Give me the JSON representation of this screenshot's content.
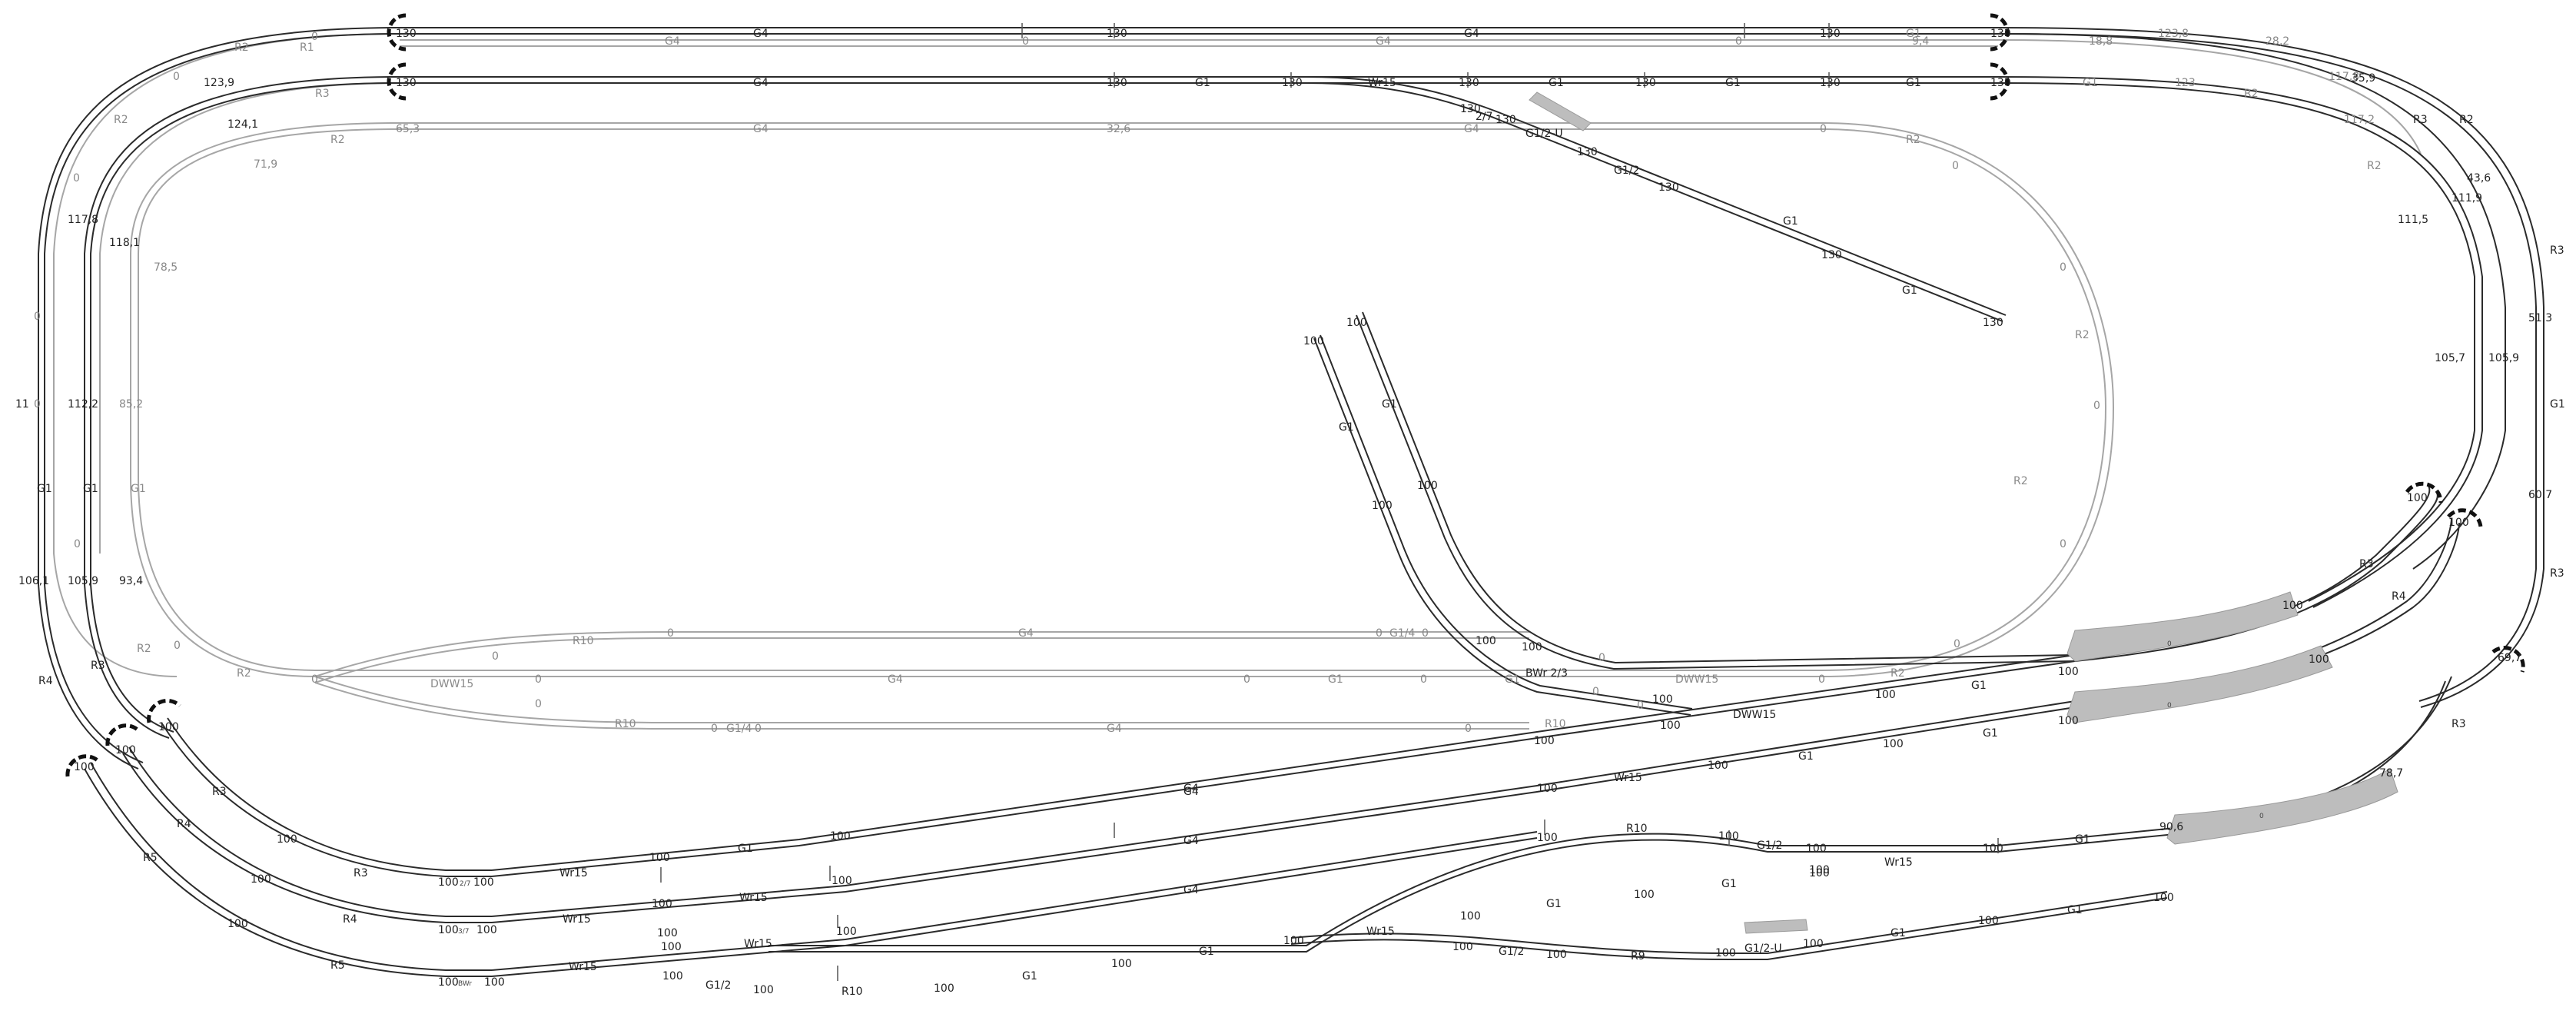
{
  "palette": {
    "track_dark": "#2b2b2b",
    "track_grey": "#a6a6a6",
    "platform_fill": "#bdbdbd",
    "bumper": "#111111"
  },
  "legend": {
    "rail_pieces": [
      "G4",
      "G1",
      "G1/2",
      "G1/4",
      "R2",
      "R3",
      "R4",
      "R5",
      "R9",
      "R10",
      "Wr15",
      "BWr 2/3",
      "DWW15",
      "G1/2-U"
    ]
  },
  "labels": {
    "ray_g1_a": "G1",
    "ray_g1_b": "G1",
    "ray_100_a": "100",
    "ray_100_b": "100",
    "ray_end_a": "100",
    "ray_end_b": "100",
    "bwr": "BWr 2/3",
    "dww_a": "DWW15",
    "dww_b": "DWW15",
    "dww_c": "DWW15"
  }
}
